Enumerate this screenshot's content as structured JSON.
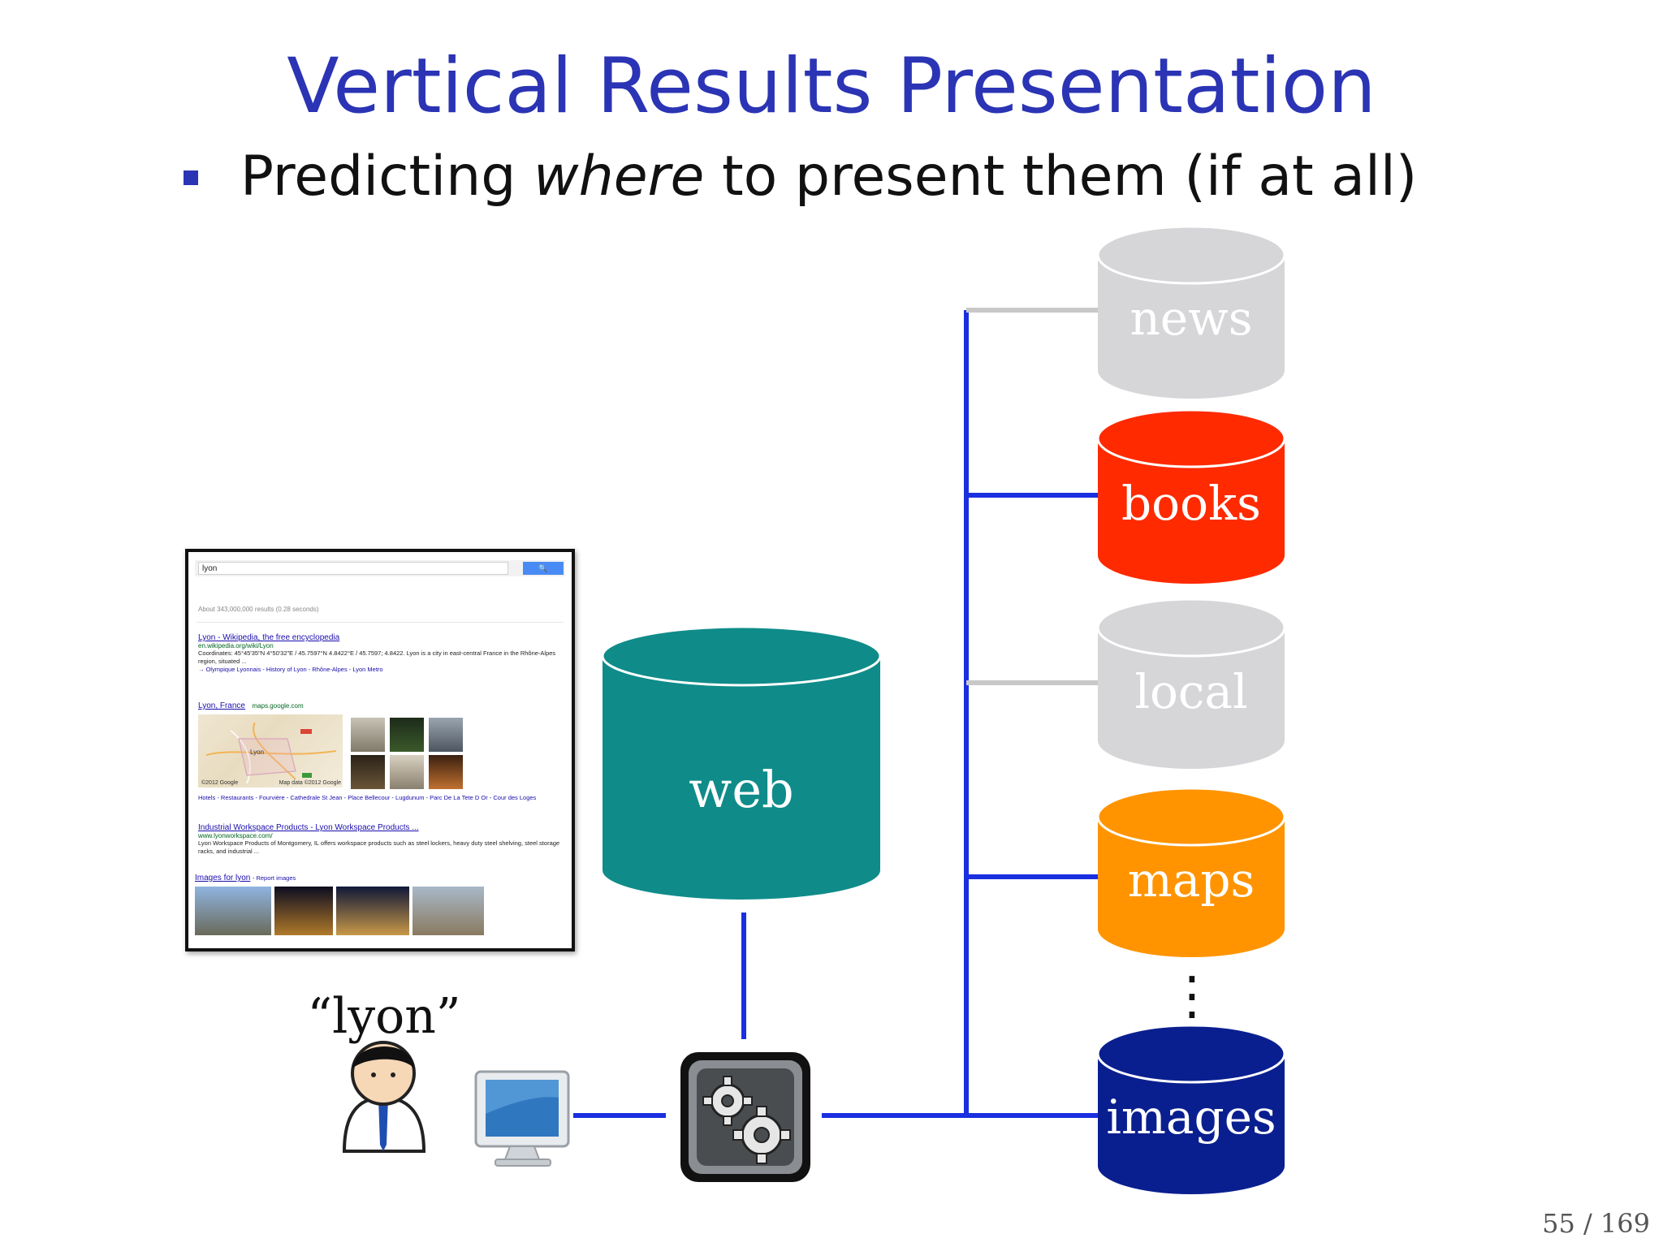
{
  "slide": {
    "title": "Vertical Results Presentation",
    "bullet": {
      "before": "Predicting ",
      "emphasis": "where",
      "after": " to present them (if at all)"
    },
    "page_number": "55 / 169"
  },
  "diagram": {
    "query": "“lyon”",
    "central_db": "web",
    "verticals": [
      "news",
      "books",
      "local",
      "maps",
      "images"
    ],
    "ellipsis": "⋮",
    "colors": {
      "connector": "#1a2fe0",
      "inactive_connector": "#c8c8c8",
      "web": "#0f8c89",
      "news": "#d6d6d8",
      "books": "#ff2a00",
      "local": "#d6d6d8",
      "maps": "#ff9400",
      "images": "#0a1f8f"
    },
    "icons": [
      "user-icon",
      "monitor-icon",
      "gears-icon"
    ]
  },
  "serp": {
    "query": "lyon",
    "search_button": "🔍",
    "result_count": "About 343,000,000 results (0.28 seconds)",
    "results": [
      {
        "title": "Lyon - Wikipedia, the free encyclopedia",
        "url": "en.wikipedia.org/wiki/Lyon",
        "snippet": "Coordinates: 45°45'35\"N 4°50'32\"E / 45.7597°N 4.8422°E / 45.7597; 4.8422. Lyon is a city in east-central France in the Rhône-Alpes region, situated ...",
        "sublinks": "→ Olympique Lyonnais - History of Lyon - Rhône-Alpes - Lyon Metro"
      },
      {
        "title": "Industrial Workspace Products - Lyon Workspace Products ...",
        "url": "www.lyonworkspace.com/",
        "snippet": "Lyon Workspace Products of Montgomery, IL offers workspace products such as steel lockers, heavy duty steel shelving, steel storage racks, and industrial ...",
        "sublinks": ""
      }
    ],
    "local": {
      "title": "Lyon, France",
      "url": "maps.google.com",
      "map_city": "Lyon",
      "map_credit": "©2012 Google",
      "map_data": "Map data ©2012 Google",
      "sublinks": "Hotels - Restaurants - Fourvière - Cathedrale St Jean - Place Bellecour - Lugdunum - Parc De La Tete D Or - Cour des Loges"
    },
    "images_header": "Images for lyon",
    "images_report": "- Report images"
  }
}
